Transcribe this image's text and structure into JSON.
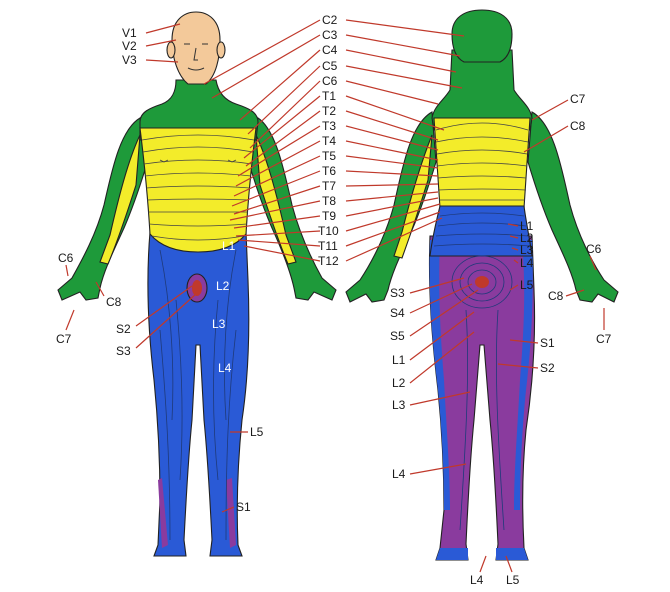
{
  "colors": {
    "skin": "#f3c99a",
    "green": "#1e9a3a",
    "yellow": "#f3ec2a",
    "blue": "#2a5ad6",
    "purple": "#8a3b9e",
    "line": "#c0392b"
  },
  "front": {
    "face": [
      "V1",
      "V2",
      "V3"
    ],
    "hand_left": [
      "C6",
      "C8",
      "C7"
    ],
    "sacral": [
      "S2",
      "S3"
    ],
    "leg": [
      "L1",
      "L2",
      "L3",
      "L4",
      "L5",
      "S1"
    ]
  },
  "center": [
    "C2",
    "C3",
    "C4",
    "C5",
    "C6",
    "T1",
    "T2",
    "T3",
    "T4",
    "T5",
    "T6",
    "T7",
    "T8",
    "T9",
    "T10",
    "T11",
    "T12"
  ],
  "back": {
    "upper": [
      "C7",
      "C8"
    ],
    "lumbar": [
      "L1",
      "L2",
      "L3",
      "L4",
      "L5"
    ],
    "hand_right": [
      "C6",
      "C8",
      "C7"
    ],
    "sacral": [
      "S3",
      "S4",
      "S5",
      "L1",
      "L2",
      "L3",
      "L4"
    ],
    "leg": [
      "S1",
      "S2"
    ],
    "feet": [
      "L4",
      "L5"
    ]
  }
}
